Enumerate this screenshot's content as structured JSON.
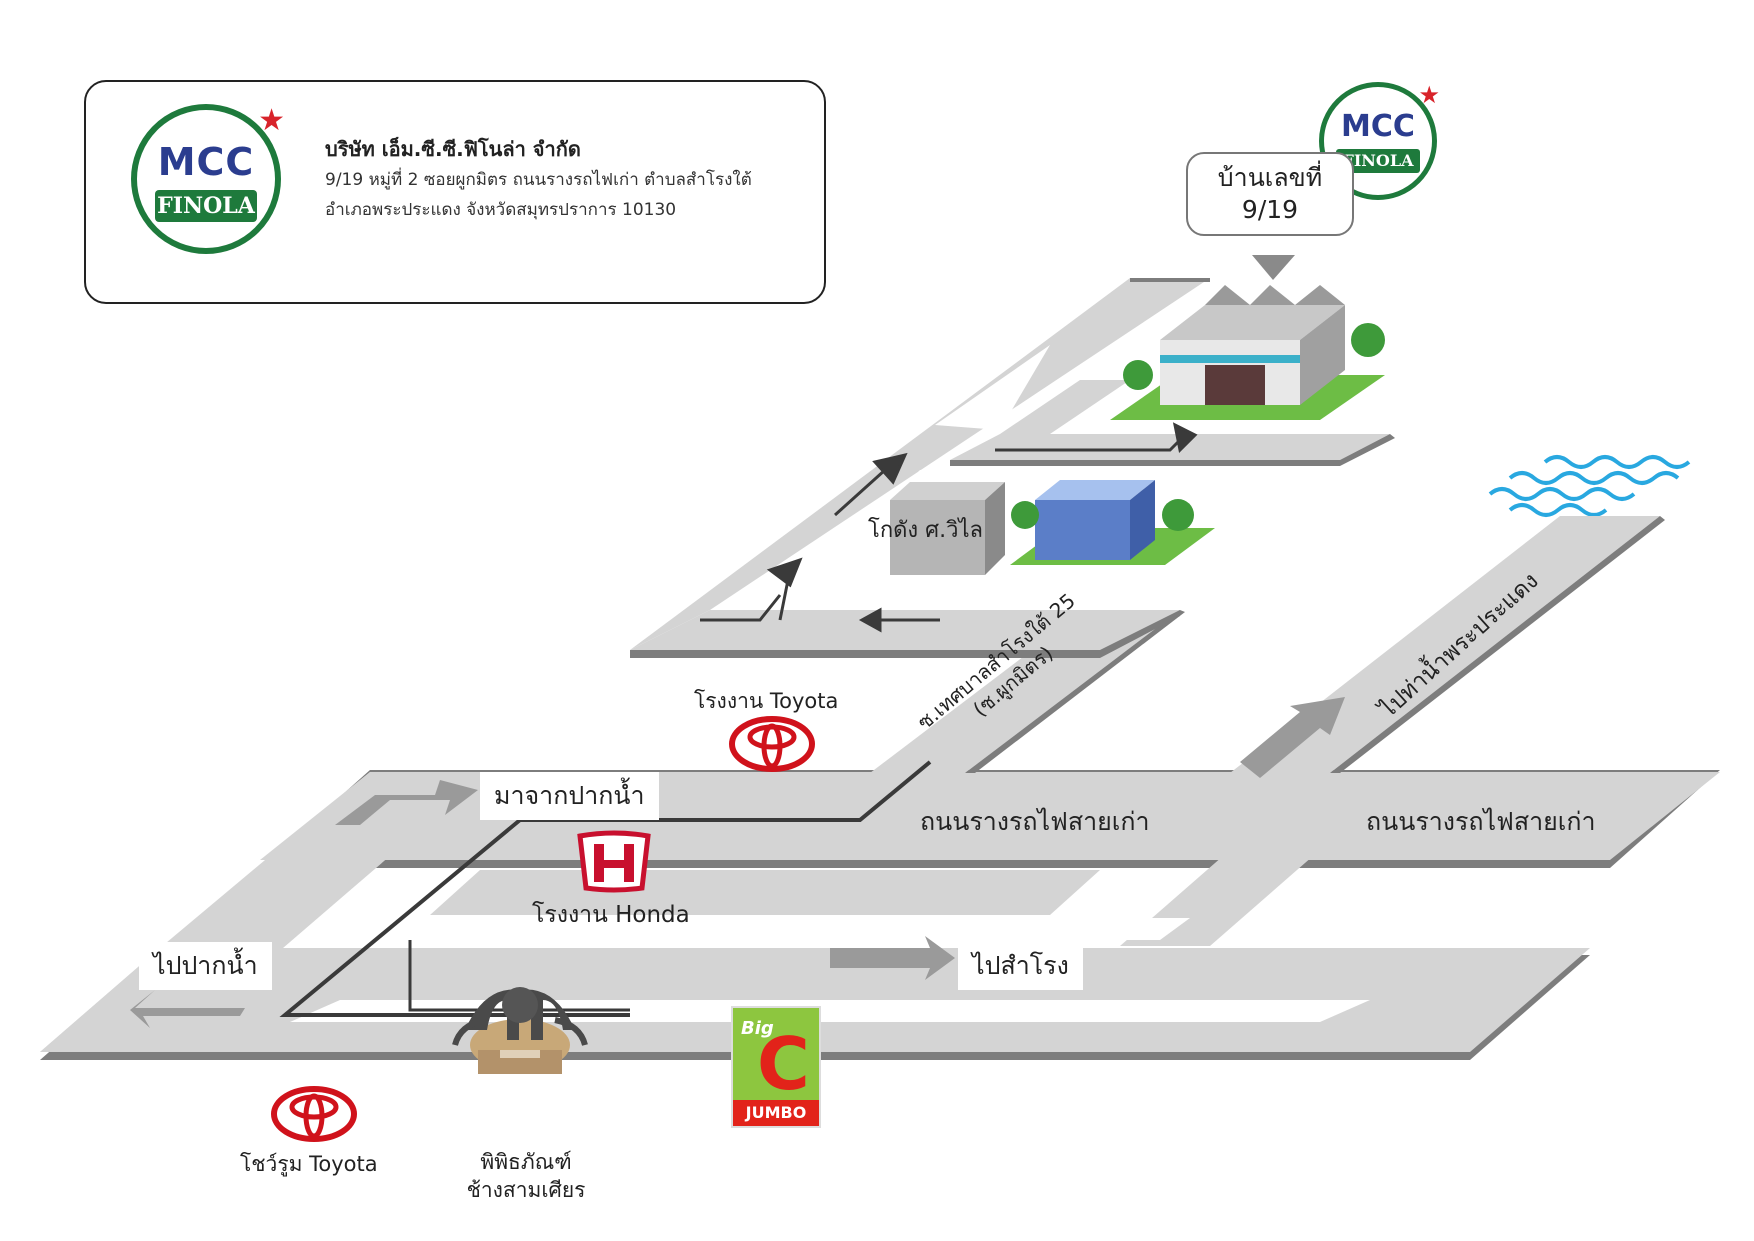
{
  "company": {
    "name": "บริษัท เอ็ม.ซี.ซี.ฟิโนล่า จำกัด",
    "address_line1": "9/19  หมู่ที่ 2 ซอยผูกมิตร ถนนรางรถไฟเก่า ตำบลสำโรงใต้",
    "address_line2": "อำเภอพระประแดง จังหวัดสมุทรปราการ 10130",
    "logo_top": "MCC",
    "logo_bottom": "FINOLA"
  },
  "destination": {
    "line1": "บ้านเลขที่",
    "line2": "9/19"
  },
  "labels": {
    "warehouse": "โกดัง ศ.วิไล",
    "from_paknam": "มาจากปากน้ำ",
    "to_paknam": "ไปปากน้ำ",
    "to_samrong": "ไปสำโรง",
    "old_rail_road_1": "ถนนรางรถไฟสายเก่า",
    "old_rail_road_2": "ถนนรางรถไฟสายเก่า",
    "soi_line1": "ซ.เทศบาลสำโรงใต้ 25",
    "soi_line2": "(ซ.ผูกมิตร)",
    "pier": "ไปท่าน้ำพระประแดง"
  },
  "landmarks": {
    "toyota_factory": "โรงงาน Toyota",
    "honda_factory": "โรงงาน Honda",
    "toyota_showroom": "โชว์รูม Toyota",
    "museum_line1": "พิพิธภัณฑ์",
    "museum_line2": "ช้างสามเศียร",
    "bigc_top": "Big",
    "bigc_letter": "C",
    "bigc_bottom": "JUMBO"
  },
  "colors": {
    "road": "#d4d4d4",
    "road_edge": "#7d7d7d",
    "arrow": "#9a9a9a",
    "route_line": "#3a3a3a",
    "logo_green": "#1e7a3c",
    "logo_blue": "#2b3d8f",
    "logo_red": "#d8232a",
    "toyota_red": "#d0121b",
    "bigc_green": "#8dc63f",
    "bigc_red": "#e2231a",
    "water": "#29a8e0",
    "building_blue": "#5b7ec8"
  }
}
